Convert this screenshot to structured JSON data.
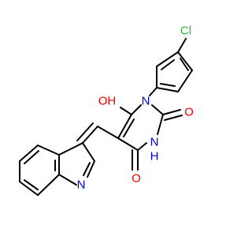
{
  "molecule": {
    "atoms": {
      "cl": {
        "label": "Cl",
        "color": "#33b233"
      },
      "oh": {
        "label": "OH",
        "color": "#e60000"
      },
      "n1": {
        "label": "N",
        "color": "#0000e6"
      },
      "o2": {
        "label": "O",
        "color": "#e60000"
      },
      "n3": {
        "label": "N",
        "color": "#0000e6"
      },
      "h3": {
        "label": "H",
        "color": "#0000e6"
      },
      "o4": {
        "label": "O",
        "color": "#e60000"
      },
      "n_indole": {
        "label": "N",
        "color": "#0000e6"
      }
    },
    "bond_color": "#000000"
  }
}
